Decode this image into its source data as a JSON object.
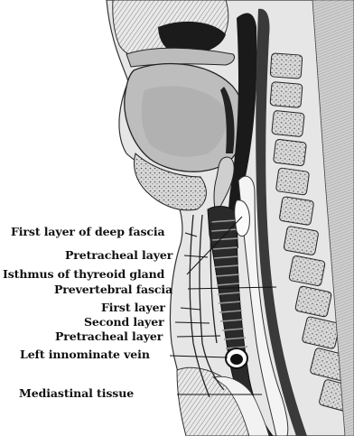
{
  "labels": {
    "first_layer_deep_fascia": "First layer of deep fascia",
    "pretracheal_layer_upper": "Pretracheal layer",
    "isthmus_thyroid": "Isthmus of thyreoid gland",
    "prevertebral_fascia": "Prevertebral fascia",
    "first_layer": "First layer",
    "second_layer": "Second layer",
    "pretracheal_layer_lower": "Pretracheal layer",
    "left_innominate_vein": "Left innominate vein",
    "mediastinal_tissue": "Mediastinal tissue"
  }
}
